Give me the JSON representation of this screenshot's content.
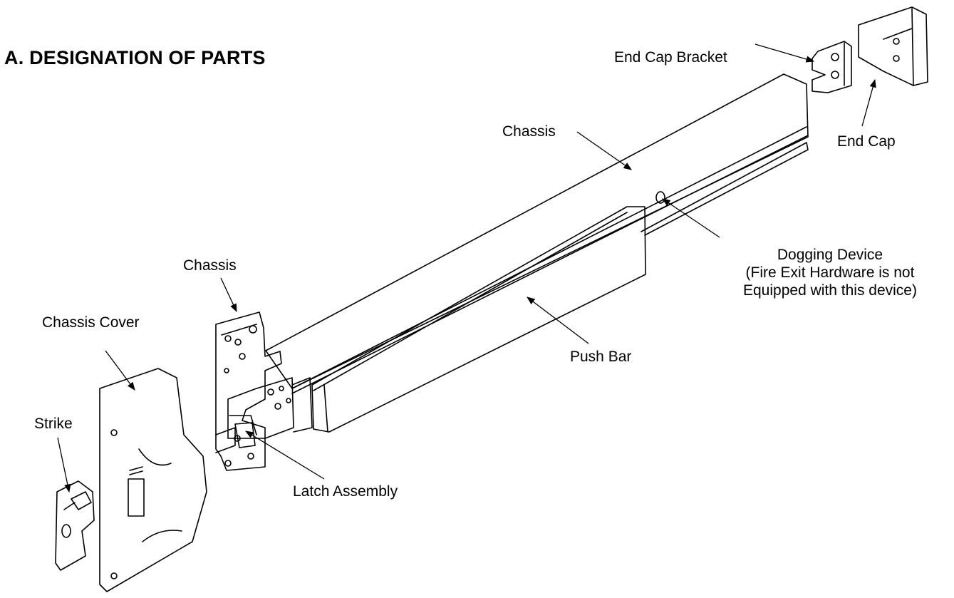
{
  "heading": "A.  DESIGNATION OF PARTS",
  "labels": {
    "end_cap_bracket": "End Cap Bracket",
    "end_cap": "End Cap",
    "chassis_top": "Chassis",
    "chassis_left": "Chassis",
    "dogging_device": [
      "Dogging Device",
      "(Fire Exit Hardware is not",
      "Equipped with this device)"
    ],
    "chassis_cover": "Chassis Cover",
    "push_bar": "Push Bar",
    "strike": "Strike",
    "latch_assembly": "Latch Assembly"
  }
}
